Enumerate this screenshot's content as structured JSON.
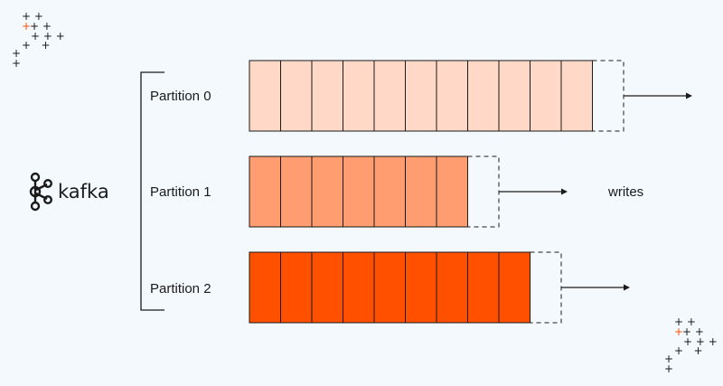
{
  "logo": {
    "text": "kafka",
    "icon": "kafka-logo-icon"
  },
  "partitions": [
    {
      "label": "Partition 0",
      "filled_segments": 11,
      "color": "#ffd8c7"
    },
    {
      "label": "Partition 1",
      "filled_segments": 7,
      "color": "#ff9c70"
    },
    {
      "label": "Partition 2",
      "filled_segments": 9,
      "color": "#ff5000"
    }
  ],
  "writes_label": "writes",
  "colors": {
    "background": "#f3f9fd",
    "accent": "#ff5000",
    "ink": "#1a1a1a"
  }
}
